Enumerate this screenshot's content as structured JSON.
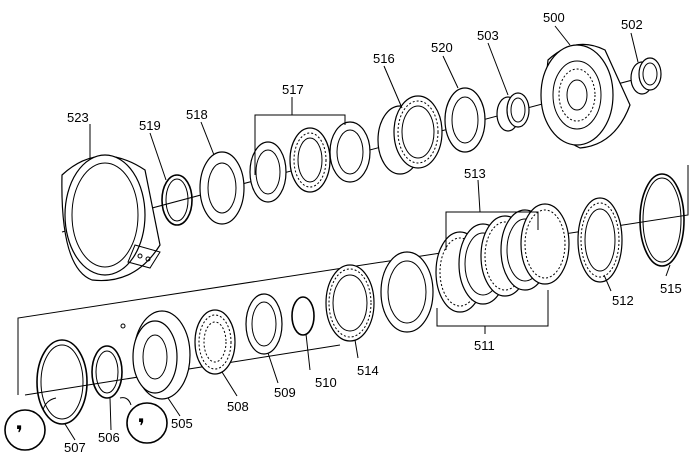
{
  "diagram": {
    "callouts": {
      "c500": "500",
      "c502": "502",
      "c503": "503",
      "c505": "505",
      "c506": "506",
      "c507": "507",
      "c508": "508",
      "c509": "509",
      "c510": "510",
      "c511": "511",
      "c512": "512",
      "c513": "513",
      "c514": "514",
      "c515": "515",
      "c516": "516",
      "c517": "517",
      "c518": "518",
      "c519": "519",
      "c520": "520",
      "c523": "523"
    },
    "icons": [
      "lubricate-icon",
      "lubricate-icon"
    ]
  }
}
